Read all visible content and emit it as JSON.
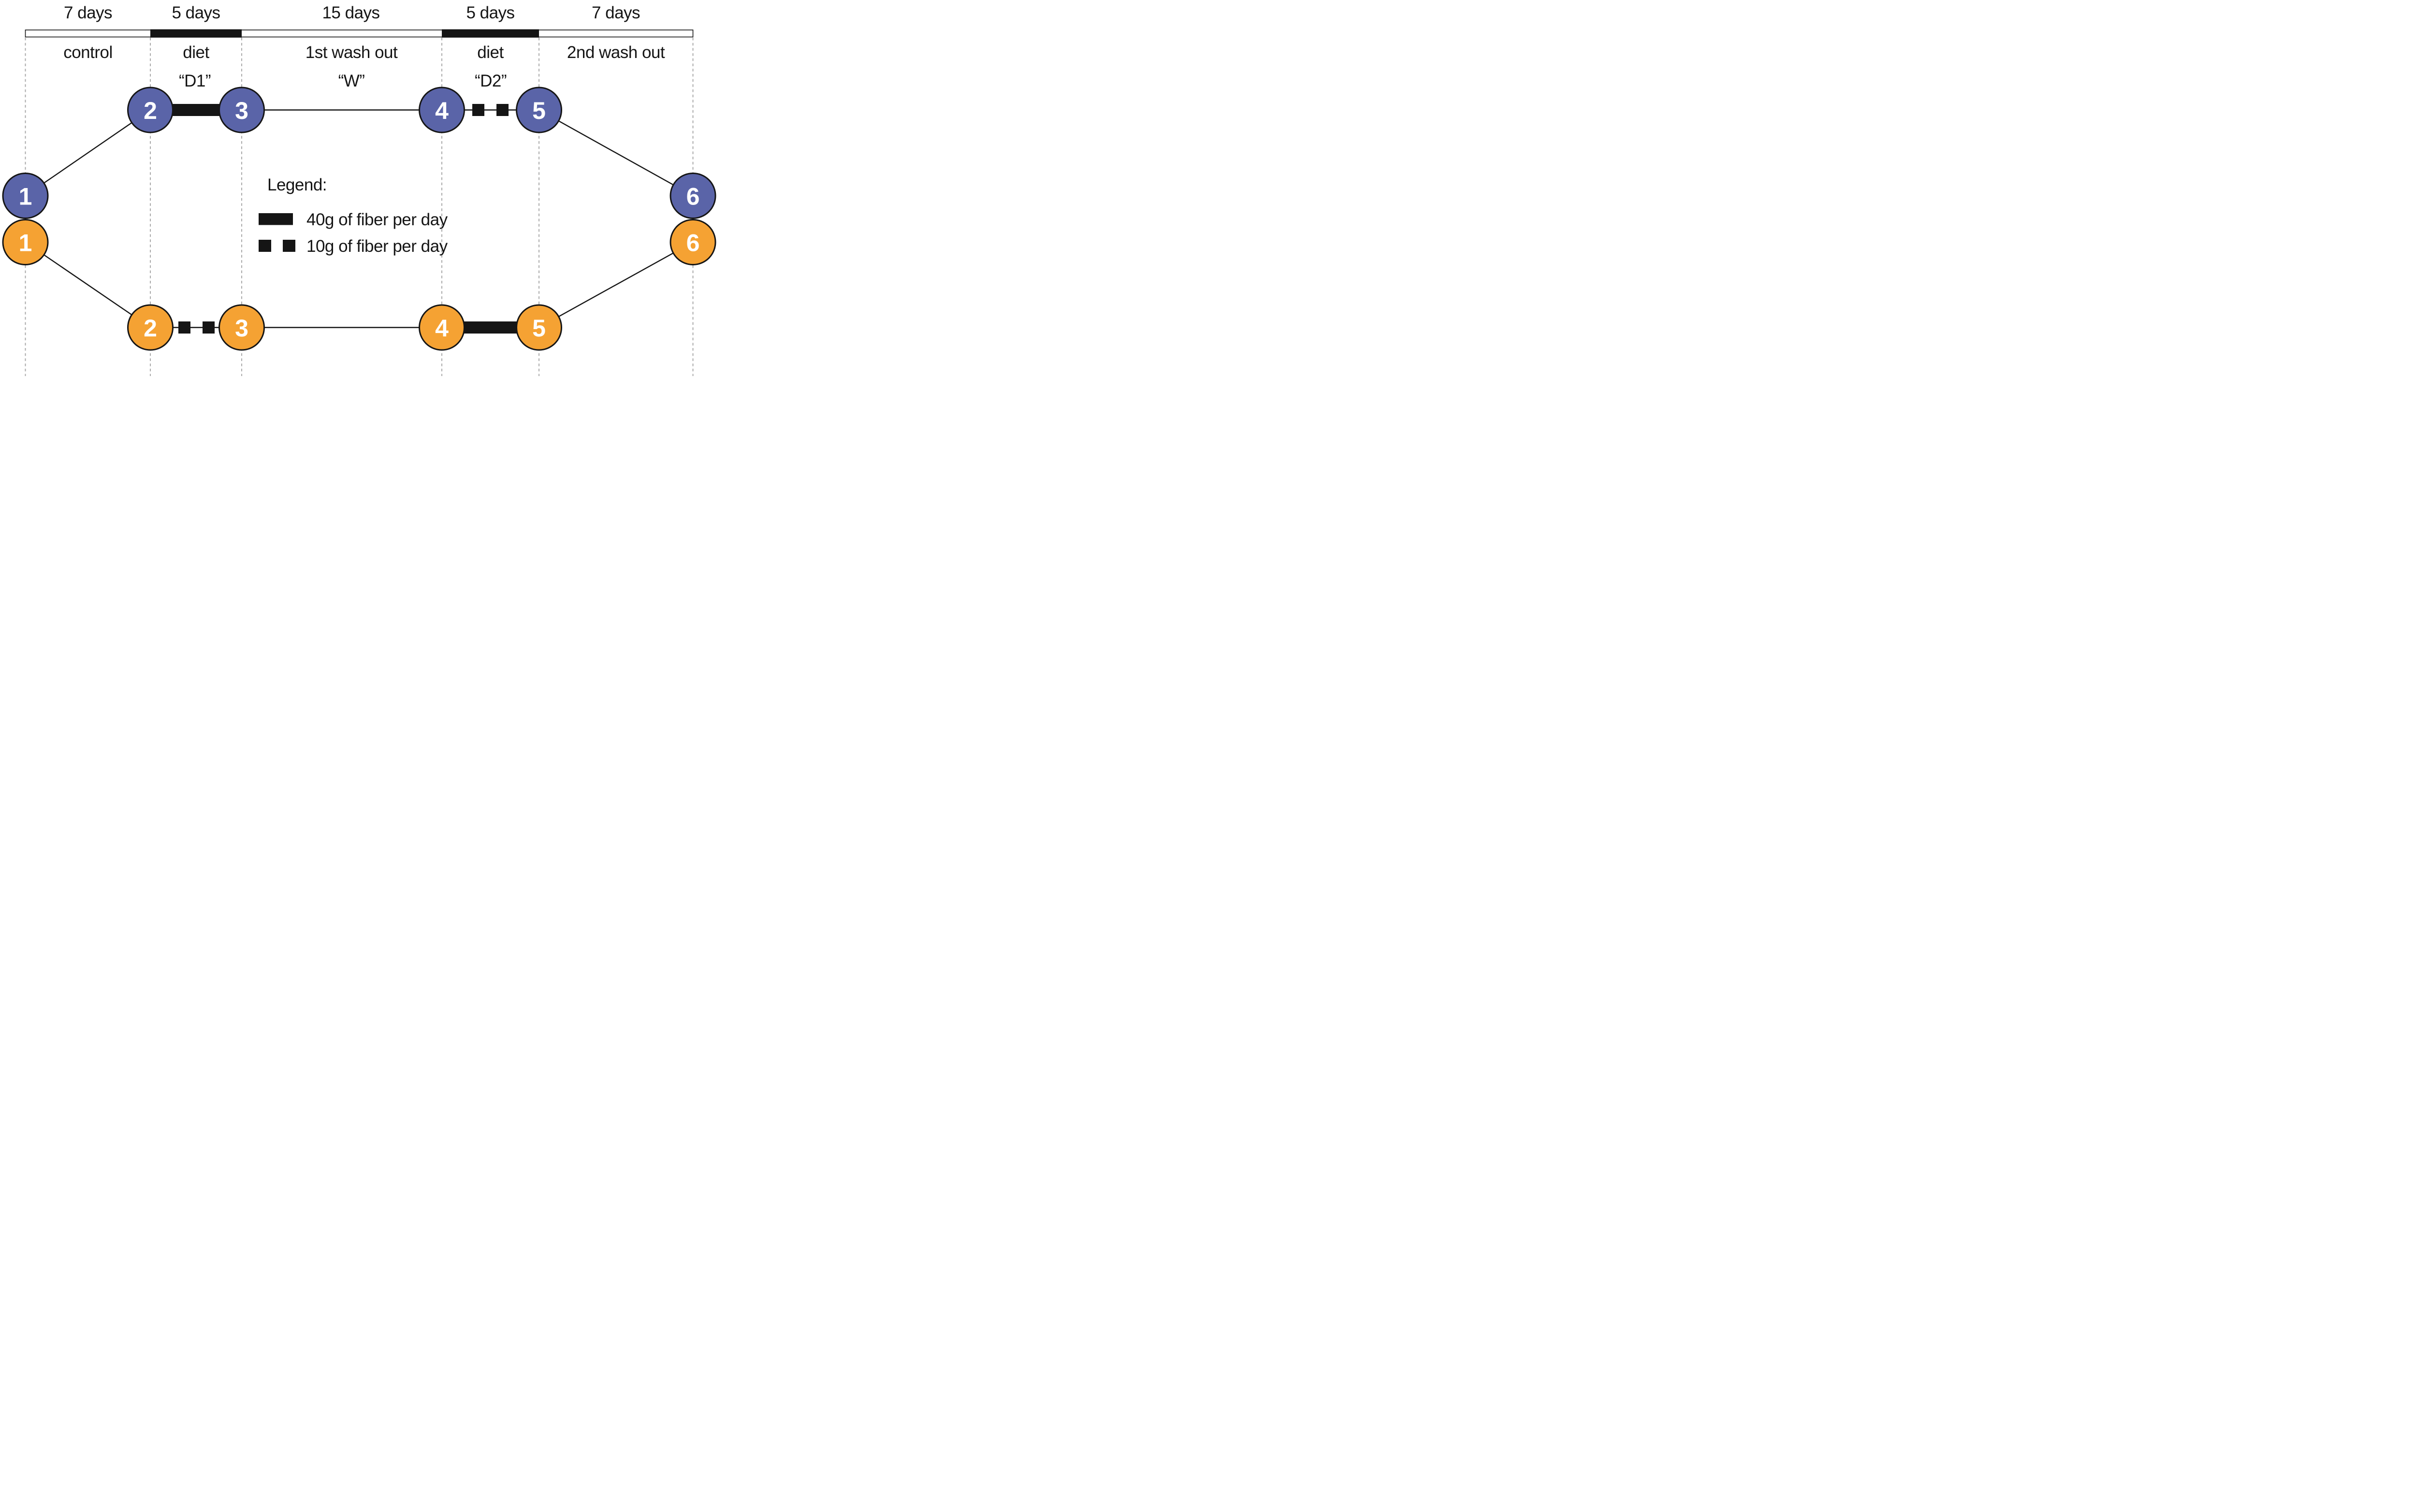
{
  "figure": {
    "colors": {
      "ink": "#151515",
      "dash": "#A6A6A6",
      "blue": "#5A64A8",
      "orange": "#F5A233",
      "bar_track": "#FFFFFF"
    },
    "timeline": {
      "durations": [
        "7 days",
        "5 days",
        "15 days",
        "5 days",
        "7 days"
      ],
      "phases": [
        "control",
        "diet",
        "1st wash out",
        "diet",
        "2nd wash out"
      ],
      "codes": [
        "“D1”",
        "“W”",
        "“D2”"
      ]
    },
    "legend": {
      "title": "Legend:",
      "items": [
        {
          "swatch": "solid-bar",
          "label": "40g of fiber per day"
        },
        {
          "swatch": "two-squares",
          "label": "10g of fiber per day"
        }
      ]
    },
    "sequences": {
      "blue": {
        "nodes": [
          "1",
          "2",
          "3",
          "4",
          "5",
          "6"
        ]
      },
      "orange": {
        "nodes": [
          "1",
          "2",
          "3",
          "4",
          "5",
          "6"
        ]
      }
    }
  }
}
